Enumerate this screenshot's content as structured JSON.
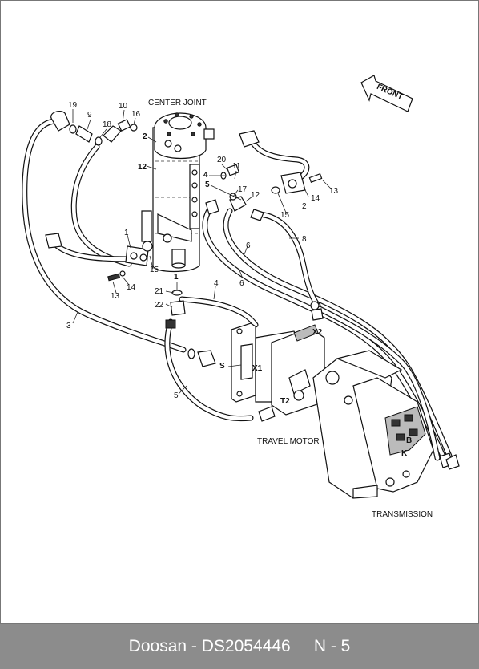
{
  "diagram": {
    "captions": {
      "center_joint": "CENTER JOINT",
      "front": "FRONT",
      "travel_motor": "TRAVEL MOTOR",
      "transmission": "TRANSMISSION"
    },
    "port_labels": {
      "x1": "X1",
      "x2": "X2",
      "t2": "T2",
      "s": "S",
      "b": "B",
      "k": "K"
    },
    "callouts": [
      "19",
      "9",
      "18",
      "10",
      "16",
      "2",
      "12",
      "4",
      "5",
      "20",
      "11",
      "17",
      "12",
      "2",
      "15",
      "14",
      "13",
      "1",
      "15",
      "14",
      "13",
      "21",
      "22",
      "4",
      "8",
      "6",
      "6",
      "3",
      "5"
    ]
  },
  "footer": {
    "text": "Doosan - DS2054446     N - 5"
  }
}
